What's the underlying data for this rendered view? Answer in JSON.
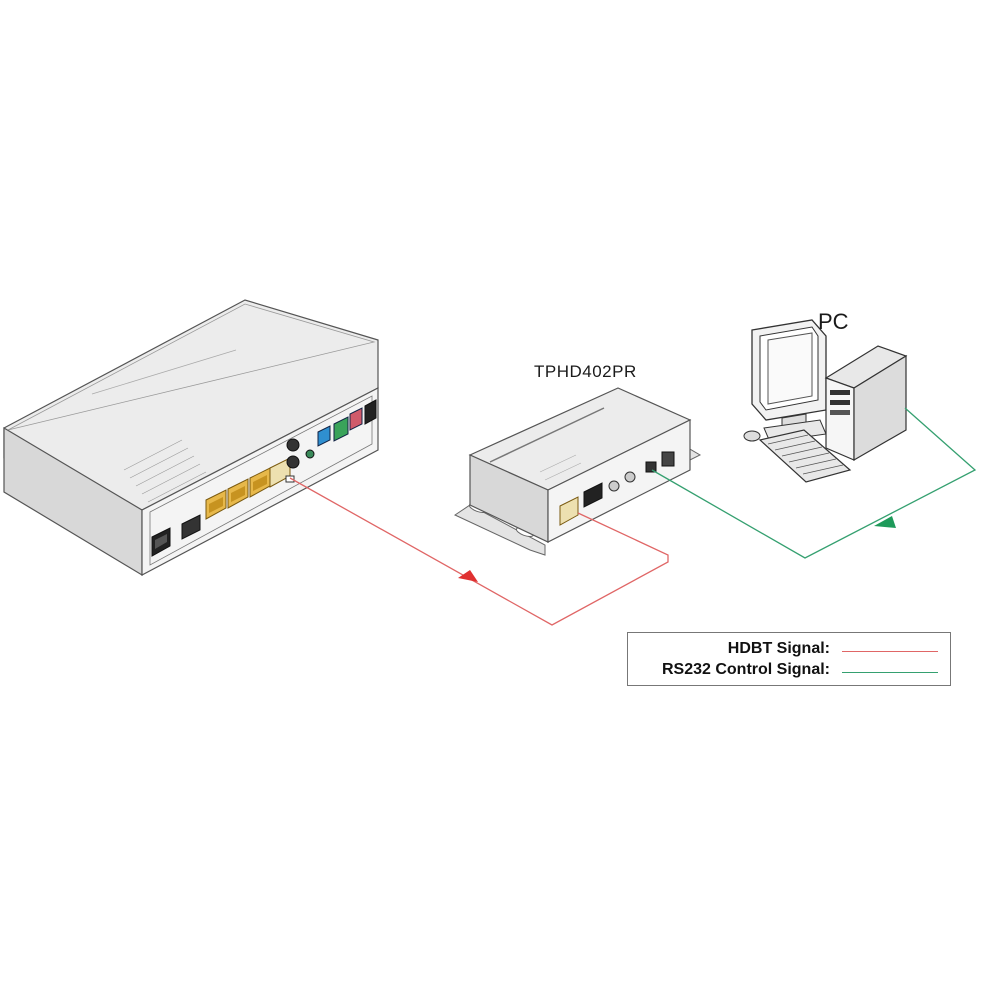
{
  "devices": {
    "receiver_label": "TPHD402PR",
    "pc_label": "PC"
  },
  "legend": {
    "items": [
      {
        "label": "HDBT  Signal:",
        "color": "#e06666"
      },
      {
        "label": "RS232 Control Signal:",
        "color": "#35a070"
      }
    ]
  }
}
